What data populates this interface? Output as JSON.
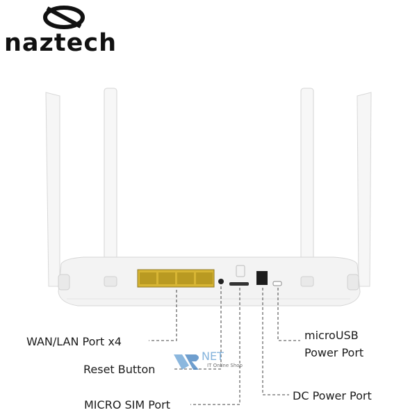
{
  "brand": {
    "name": "naztech"
  },
  "callouts": {
    "wan_lan": "WAN/LAN Port x4",
    "reset": "Reset Button",
    "micro_sim": "MICRO SIM Port",
    "micro_usb_line1": "microUSB",
    "micro_usb_line2": "Power Port",
    "dc_power": "DC Power Port"
  },
  "watermark": {
    "mark": "NET",
    "sub": "IT Online Shop"
  },
  "colors": {
    "router_body": "#f4f4f4",
    "port_yellow": "#e2c13a",
    "leader_line": "#6a6a6a",
    "text": "#1a1a1a",
    "watermark_blue": "#6fa6d6"
  }
}
